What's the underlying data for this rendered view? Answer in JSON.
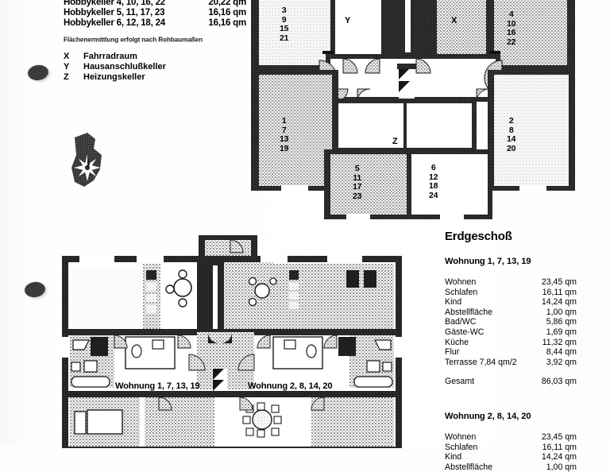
{
  "legend": {
    "basement_rows": [
      {
        "name": "Hobbykeller 4, 10, 16, 22",
        "area": "20,22 qm"
      },
      {
        "name": "Hobbykeller 5, 11, 17, 23",
        "area": "16,16 qm"
      },
      {
        "name": "Hobbykeller 6, 12, 18, 24",
        "area": "16,16 qm"
      }
    ],
    "note": "Flächenermittlung erfolgt nach Rohbaumaßen",
    "keys": [
      {
        "key": "X",
        "value": "Fahrradraum"
      },
      {
        "key": "Y",
        "value": "Hausanschlußkeller"
      },
      {
        "key": "Z",
        "value": "Heizungskeller"
      }
    ]
  },
  "basement_plan": {
    "room_groups": [
      {
        "id": "top-left",
        "numbers": "3\n9\n15\n21"
      },
      {
        "id": "top-right",
        "numbers": "4\n10\n16\n22"
      },
      {
        "id": "mid-left",
        "numbers": "1\n7\n13\n19"
      },
      {
        "id": "mid-right",
        "numbers": "2\n8\n14\n20"
      },
      {
        "id": "bottom-left",
        "numbers": "5\n11\n17\n23"
      },
      {
        "id": "bottom-right",
        "numbers": "6\n12\n18\n24"
      }
    ],
    "letters": [
      {
        "key": "Y",
        "meaning": "Hausanschlußkeller"
      },
      {
        "key": "X",
        "meaning": "Fahrradraum"
      },
      {
        "key": "Z",
        "meaning": "Heizungskeller"
      }
    ]
  },
  "ground_plan": {
    "apartment_labels": [
      "Wohnung 1, 7, 13, 19",
      "Wohnung 2, 8, 14, 20"
    ]
  },
  "column": {
    "floor_title": "Erdgeschoß",
    "blocks": [
      {
        "title": "Wohnung 1, 7, 13, 19",
        "rows": [
          {
            "label": "Wohnen",
            "value": "23,45 qm"
          },
          {
            "label": "Schlafen",
            "value": "16,11 qm"
          },
          {
            "label": "Kind",
            "value": "14,24 qm"
          },
          {
            "label": "Abstellfläche",
            "value": "1,00 qm"
          },
          {
            "label": "Bad/WC",
            "value": "5,86 qm"
          },
          {
            "label": "Gäste-WC",
            "value": "1,69 qm"
          },
          {
            "label": "Küche",
            "value": "11,32 qm"
          },
          {
            "label": "Flur",
            "value": "8,44 qm"
          },
          {
            "label": "Terrasse 7,84 qm/2",
            "value": "3,92 qm"
          }
        ],
        "total_label": "Gesamt",
        "total_value": "86,03 qm"
      },
      {
        "title": "Wohnung 2, 8, 14, 20",
        "rows": [
          {
            "label": "Wohnen",
            "value": "23,45 qm"
          },
          {
            "label": "Schlafen",
            "value": "16,11 qm"
          },
          {
            "label": "Kind",
            "value": "14,24 qm"
          },
          {
            "label": "Abstellfläche",
            "value": "1,00 qm"
          }
        ],
        "total_label": "",
        "total_value": ""
      }
    ]
  },
  "colors": {
    "ink": "#000000",
    "paper": "#fdfdfc",
    "hatch_light": "#c9c9c9",
    "hatch_mid": "#9a9a9a",
    "hatch_dark": "#2e2e2e"
  }
}
